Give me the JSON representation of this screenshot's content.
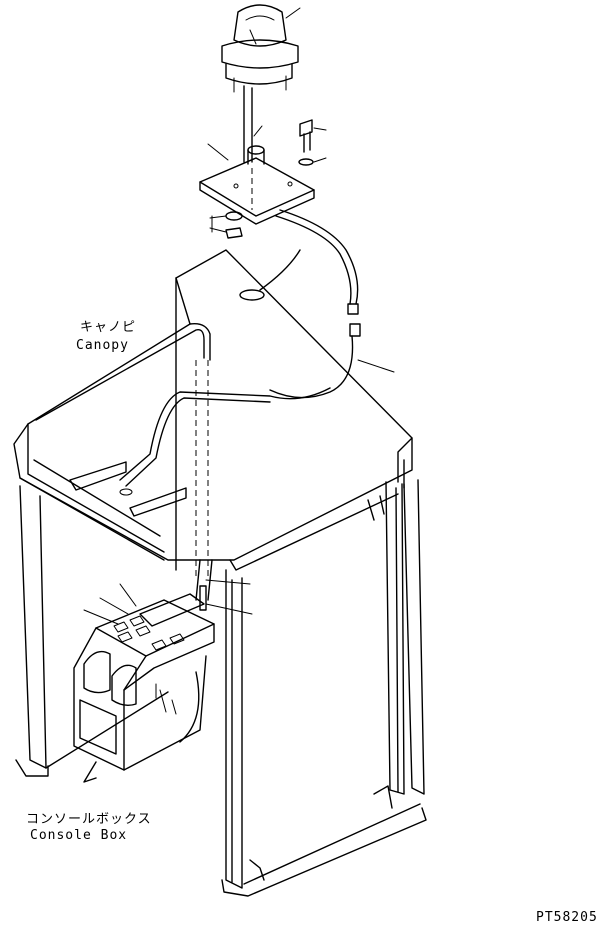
{
  "labels": {
    "canopy_jp": "キャノピ",
    "canopy_en": "Canopy",
    "console_jp": "コンソールボックス",
    "console_en": "Console Box",
    "drawing_number": "PT58205"
  }
}
